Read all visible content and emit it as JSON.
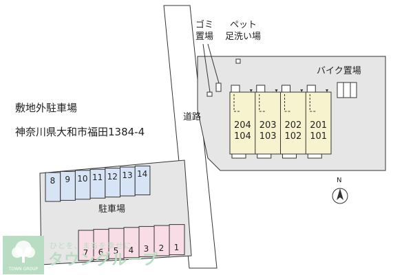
{
  "labels": {
    "offsite_parking": "敷地外駐車場",
    "address": "神奈川県大和市福田1384-4",
    "road": "道路",
    "garbage_line1": "ゴミ",
    "garbage_line2": "置場",
    "pet_line1": "ペット",
    "pet_line2": "足洗い場",
    "bike_parking": "バイク置場",
    "parking_lot": "駐車場",
    "compass_n": "N"
  },
  "units": [
    {
      "upper": "204",
      "lower": "104"
    },
    {
      "upper": "203",
      "lower": "103"
    },
    {
      "upper": "202",
      "lower": "102"
    },
    {
      "upper": "201",
      "lower": "101"
    }
  ],
  "parking_top_row": [
    "8",
    "9",
    "10",
    "11",
    "12",
    "13",
    "14"
  ],
  "parking_bottom_row": [
    "7",
    "6",
    "5",
    "4",
    "3",
    "2",
    "1"
  ],
  "colors": {
    "building": "#f8f3cf",
    "lot": "#e6e6e6",
    "spot_blue": "#d7e4f6",
    "spot_pink": "#f9dde6",
    "outline": "#333333",
    "watermark": "#b9ddc2"
  },
  "watermark": {
    "tagline": "ひとを、まちを幸せに",
    "brand": "タウングループ",
    "group": "TOWN GROUP"
  },
  "icons": {
    "compass": "north-arrow-icon",
    "logo": "tree-logo-icon"
  }
}
